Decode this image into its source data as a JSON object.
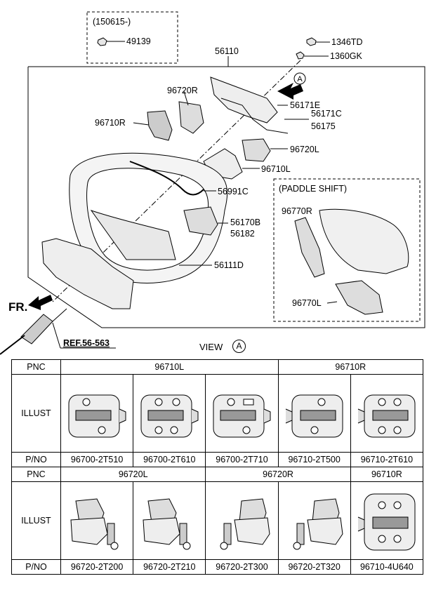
{
  "labels": {
    "date_code": "(150615-)",
    "p49139": "49139",
    "p1346TD": "1346TD",
    "p56110": "56110",
    "p1360GK": "1360GK",
    "view_marker": "A",
    "p96720R": "96720R",
    "p56171E": "56171E",
    "p56171C": "56171C",
    "p56175": "56175",
    "p96710R": "96710R",
    "p96720L": "96720L",
    "p96710L": "96710L",
    "p56991C": "56991C",
    "p56170B": "56170B",
    "p56182": "56182",
    "p56111D": "56111D",
    "paddle_title": "(PADDLE SHIFT)",
    "p96770R": "96770R",
    "p96770L": "96770L",
    "fr": "FR.",
    "ref": "REF.56-563",
    "view": "VIEW",
    "view_circle": "A"
  },
  "table": {
    "pnc_label": "PNC",
    "illust_label": "ILLUST",
    "pno_label": "P/NO",
    "row1_groups": [
      "96710L",
      "96710R"
    ],
    "row1_parts": [
      "96700-2T510",
      "96700-2T610",
      "96700-2T710",
      "96710-2T500",
      "96710-2T610"
    ],
    "row2_groups": [
      "96720L",
      "96720R",
      "96710R"
    ],
    "row2_parts": [
      "96720-2T200",
      "96720-2T210",
      "96720-2T300",
      "96720-2T320",
      "96710-4U640"
    ]
  }
}
